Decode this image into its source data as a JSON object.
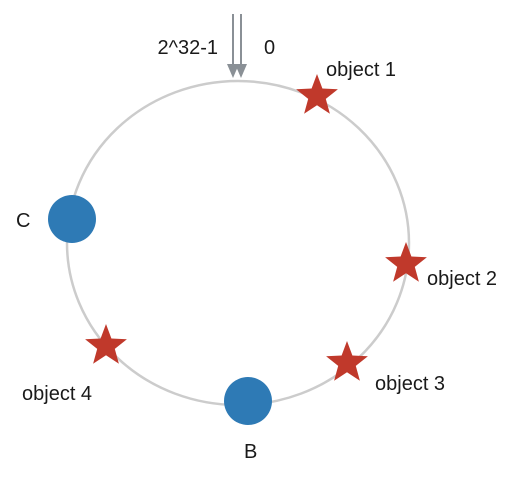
{
  "ring": {
    "color": "#cccccc",
    "start_label": "0",
    "end_label": "2^32-1",
    "arrow_color": "#8a9096"
  },
  "nodes": [
    {
      "id": "C",
      "label": "C",
      "color": "#2e7ab5"
    },
    {
      "id": "B",
      "label": "B",
      "color": "#2e7ab5"
    }
  ],
  "objects": [
    {
      "id": "object-1",
      "label": "object 1",
      "color": "#c0392b"
    },
    {
      "id": "object-2",
      "label": "object 2",
      "color": "#c0392b"
    },
    {
      "id": "object-3",
      "label": "object 3",
      "color": "#c0392b"
    },
    {
      "id": "object-4",
      "label": "object 4",
      "color": "#c0392b"
    }
  ]
}
